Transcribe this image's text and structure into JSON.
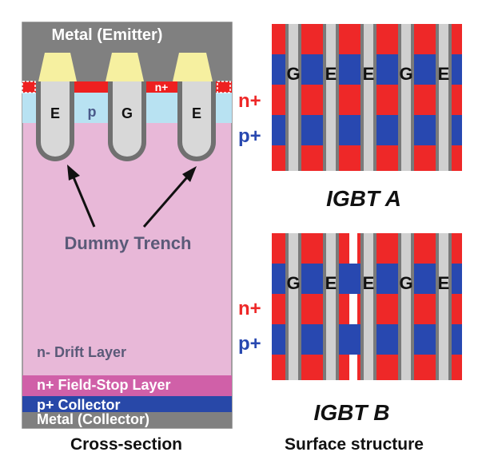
{
  "cross_section": {
    "metal_emitter": "Metal (Emitter)",
    "n_plus_label": "n+",
    "trench_labels": [
      "E",
      "p",
      "G",
      "E"
    ],
    "dummy_trench": "Dummy Trench",
    "drift_layer": "n- Drift Layer",
    "field_stop": "n+ Field-Stop Layer",
    "collector": "p+ Collector",
    "metal_collector": "Metal (Collector)",
    "caption": "Cross-section"
  },
  "surface": {
    "igbt_a": {
      "column_labels": [
        "G",
        "E",
        "E",
        "G",
        "E"
      ],
      "n_label": "n+",
      "p_label": "p+",
      "title": "IGBT A"
    },
    "igbt_b": {
      "column_labels": [
        "G",
        "E",
        "E",
        "G",
        "E"
      ],
      "n_label": "n+",
      "p_label": "p+",
      "title": "IGBT B"
    },
    "caption": "Surface structure"
  },
  "colors": {
    "metal": "#808080",
    "contact": "#f6f0a0",
    "n_plus": "#ee2020",
    "p_body": "#b8e2f2",
    "drift": "#e8b8d8",
    "field_stop": "#d060a8",
    "p_collector": "#2848a8",
    "surface_n": "#ee2828",
    "surface_p": "#2848b0",
    "trench_gray": "#c8c8c8",
    "text_dark": "#5a5a78"
  }
}
